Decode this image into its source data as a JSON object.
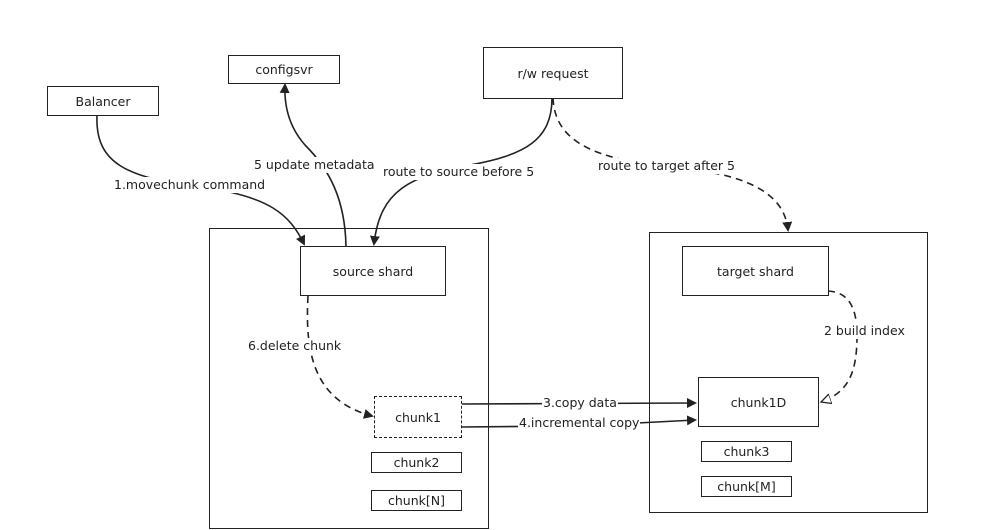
{
  "nodes": {
    "balancer": "Balancer",
    "configsvr": "configsvr",
    "rw_request": "r/w request",
    "source_shard": "source  shard",
    "target_shard": "target shard",
    "chunk1": "chunk1",
    "chunk2": "chunk2",
    "chunkN": "chunk[N]",
    "chunk1D": "chunk1D",
    "chunk3": "chunk3",
    "chunkM": "chunk[M]"
  },
  "edges": {
    "movechunk": "1.movechunk command",
    "update_metadata": "5 update metadata",
    "route_source": "route to source before 5",
    "route_target": "route to target after 5",
    "delete_chunk": "6.delete chunk",
    "build_index": "2 build index",
    "copy_data": "3.copy data",
    "incremental_copy": "4.incremental copy"
  }
}
